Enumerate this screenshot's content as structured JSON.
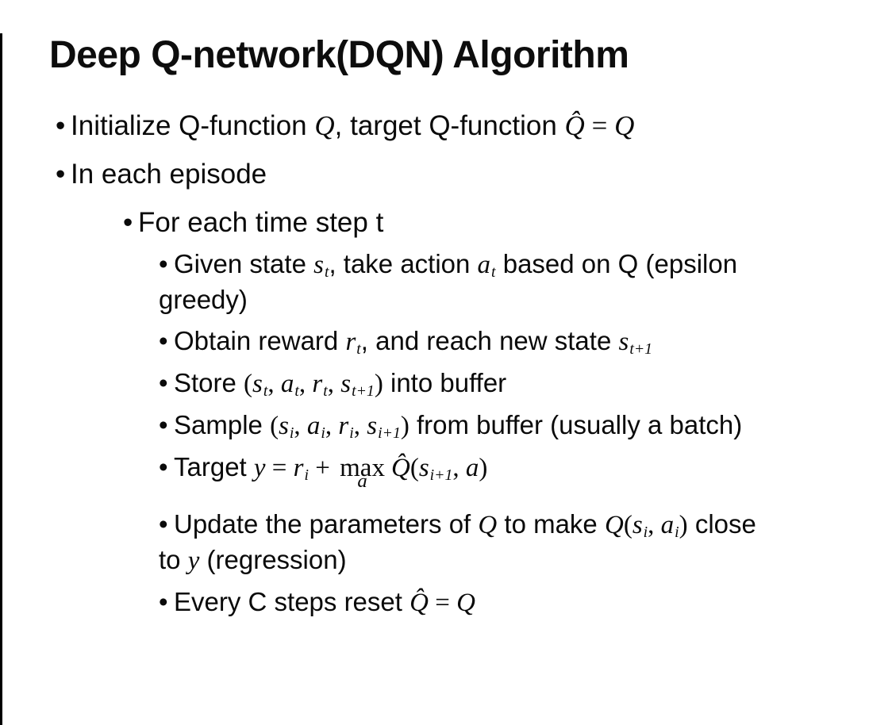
{
  "slide": {
    "title": "Deep Q-network(DQN) Algorithm",
    "bullet_char": "•",
    "bullets": [
      {
        "level": 1,
        "lines": [
          [
            {
              "t": "Initialize Q-function ",
              "s": "n"
            },
            {
              "t": "Q",
              "s": "i"
            },
            {
              "t": ", target Q-function ",
              "s": "n"
            },
            {
              "t": "Q̂",
              "s": "h"
            },
            {
              "t": " = ",
              "s": "o"
            },
            {
              "t": "Q",
              "s": "i"
            }
          ]
        ]
      },
      {
        "level": 1,
        "lines": [
          [
            {
              "t": "In each episode",
              "s": "n"
            }
          ]
        ]
      },
      {
        "level": 2,
        "lines": [
          [
            {
              "t": "For each time step t",
              "s": "n"
            }
          ]
        ]
      },
      {
        "level": 3,
        "lines": [
          [
            {
              "t": "Given state ",
              "s": "n"
            },
            {
              "t": "s",
              "s": "i",
              "sub": "t"
            },
            {
              "t": ", take action ",
              "s": "n"
            },
            {
              "t": "a",
              "s": "i",
              "sub": "t"
            },
            {
              "t": " based on Q (epsilon",
              "s": "n"
            }
          ],
          [
            {
              "t": "greedy)",
              "s": "n"
            }
          ]
        ]
      },
      {
        "level": 3,
        "lines": [
          [
            {
              "t": "Obtain reward ",
              "s": "n"
            },
            {
              "t": "r",
              "s": "i",
              "sub": "t"
            },
            {
              "t": ", and reach new state ",
              "s": "n"
            },
            {
              "t": "s",
              "s": "i",
              "sub": "t+1"
            }
          ]
        ]
      },
      {
        "level": 3,
        "lines": [
          [
            {
              "t": "Store ",
              "s": "n"
            },
            {
              "t": "(",
              "s": "o"
            },
            {
              "t": "s",
              "s": "i",
              "sub": "t"
            },
            {
              "t": ", ",
              "s": "o"
            },
            {
              "t": "a",
              "s": "i",
              "sub": "t"
            },
            {
              "t": ", ",
              "s": "o"
            },
            {
              "t": "r",
              "s": "i",
              "sub": "t"
            },
            {
              "t": ", ",
              "s": "o"
            },
            {
              "t": "s",
              "s": "i",
              "sub": "t+1"
            },
            {
              "t": ")",
              "s": "o"
            },
            {
              "t": " into buffer",
              "s": "n"
            }
          ]
        ]
      },
      {
        "level": 3,
        "lines": [
          [
            {
              "t": "Sample ",
              "s": "n"
            },
            {
              "t": "(",
              "s": "o"
            },
            {
              "t": "s",
              "s": "i",
              "sub": "i"
            },
            {
              "t": ", ",
              "s": "o"
            },
            {
              "t": "a",
              "s": "i",
              "sub": "i"
            },
            {
              "t": ", ",
              "s": "o"
            },
            {
              "t": "r",
              "s": "i",
              "sub": "i"
            },
            {
              "t": ", ",
              "s": "o"
            },
            {
              "t": "s",
              "s": "i",
              "sub": "i+1"
            },
            {
              "t": ")",
              "s": "o"
            },
            {
              "t": " from buffer (usually a batch)",
              "s": "n"
            }
          ]
        ]
      },
      {
        "level": 3,
        "lines": [
          [
            {
              "t": "Target ",
              "s": "n"
            },
            {
              "t": "y",
              "s": "i"
            },
            {
              "t": " = ",
              "s": "o"
            },
            {
              "t": "r",
              "s": "i",
              "sub": "i"
            },
            {
              "t": " + ",
              "s": "o"
            },
            {
              "t": "max",
              "s": "max",
              "under": "a"
            },
            {
              "t": "Q̂",
              "s": "h"
            },
            {
              "t": "(",
              "s": "o"
            },
            {
              "t": "s",
              "s": "i",
              "sub": "i+1"
            },
            {
              "t": ", ",
              "s": "o"
            },
            {
              "t": "a",
              "s": "i"
            },
            {
              "t": ")",
              "s": "o"
            }
          ]
        ]
      },
      {
        "level": 3,
        "lines": [
          [
            {
              "t": "Update the parameters of ",
              "s": "n"
            },
            {
              "t": "Q",
              "s": "i"
            },
            {
              "t": " to make ",
              "s": "n"
            },
            {
              "t": "Q",
              "s": "i"
            },
            {
              "t": "(",
              "s": "o"
            },
            {
              "t": "s",
              "s": "i",
              "sub": "i"
            },
            {
              "t": ", ",
              "s": "o"
            },
            {
              "t": "a",
              "s": "i",
              "sub": "i"
            },
            {
              "t": ")",
              "s": "o"
            },
            {
              "t": " close",
              "s": "n"
            }
          ],
          [
            {
              "t": "to ",
              "s": "n"
            },
            {
              "t": "y",
              "s": "i"
            },
            {
              "t": " (regression)",
              "s": "n"
            }
          ]
        ]
      },
      {
        "level": 3,
        "lines": [
          [
            {
              "t": "Every C steps reset ",
              "s": "n"
            },
            {
              "t": "Q̂",
              "s": "h"
            },
            {
              "t": " = ",
              "s": "o"
            },
            {
              "t": "Q",
              "s": "i"
            }
          ]
        ]
      }
    ]
  }
}
